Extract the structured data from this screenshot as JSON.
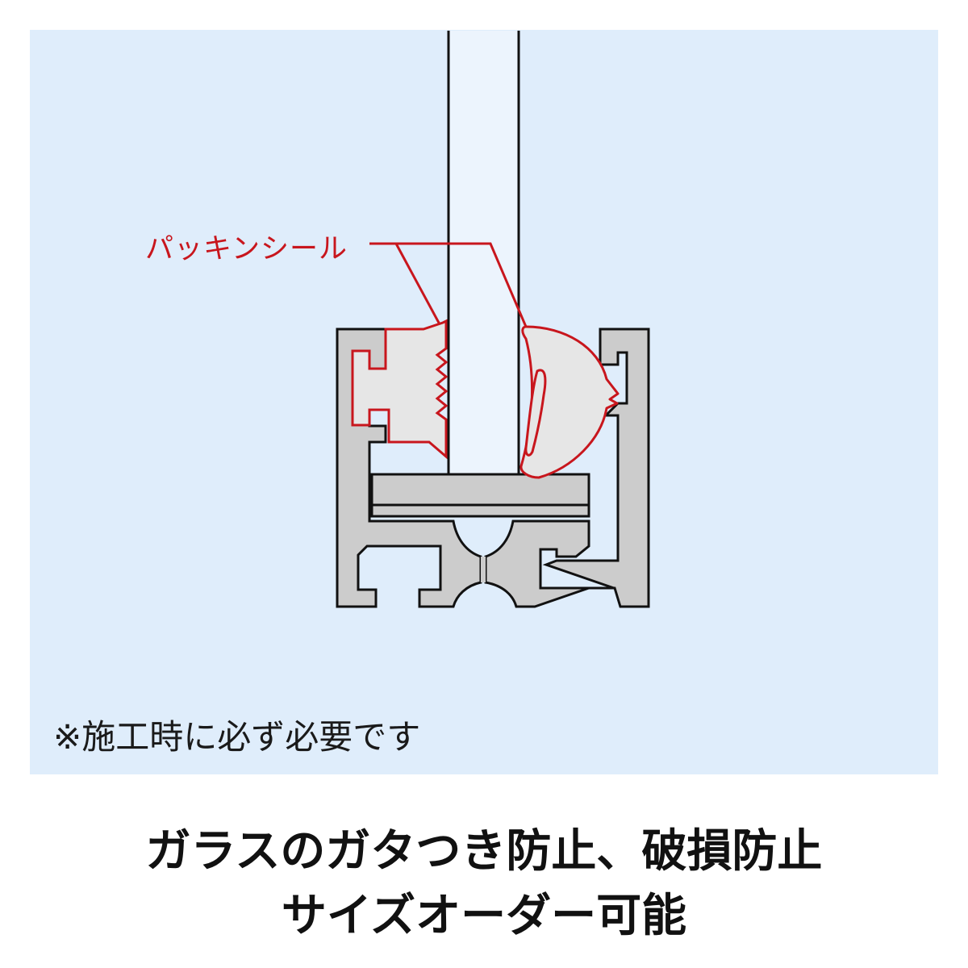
{
  "diagram": {
    "title": "Glass packing seal cross-section",
    "callout": {
      "label": "パッキンシール",
      "color": "#c8161d"
    },
    "note": "※施工時に必ず必要です",
    "caption": {
      "line1": "ガラスのガタつき防止、破損防止",
      "line2": "サイズオーダー可能"
    },
    "colors": {
      "panel_background": "#dfedfb",
      "glass_fill": "#ecf4fd",
      "profile_fill": "#cccccc",
      "seal_fill": "#e6e6e6",
      "seal_outline": "#c8161d",
      "outline": "#111111"
    },
    "parts": [
      "glass-pane",
      "aluminum-channel-profile",
      "left-packing-seal",
      "right-packing-seal",
      "setting-block"
    ]
  }
}
